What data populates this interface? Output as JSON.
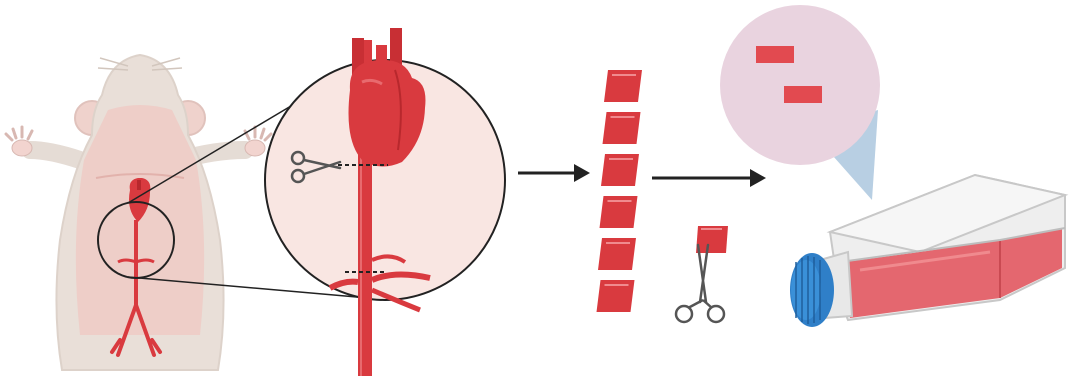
{
  "figure": {
    "panels": [
      {
        "id": "mouse-anatomy",
        "icon": "mouse-dissection-icon"
      },
      {
        "id": "aorta-magnified",
        "icon": "heart-aorta-icon"
      },
      {
        "id": "aortic-rings",
        "icon": "tissue-segments-icon"
      },
      {
        "id": "explant-detail",
        "icon": "magnifier-bubble-icon"
      },
      {
        "id": "culture-flask",
        "icon": "culture-flask-icon"
      }
    ],
    "steps": [
      {
        "from": "aorta-magnified",
        "to": "aortic-rings",
        "icon": "arrow-right-icon"
      },
      {
        "from": "aortic-rings",
        "to": "explant-detail",
        "icon": "arrow-right-icon"
      }
    ],
    "colors": {
      "vessel_red": "#d93a3f",
      "vessel_dark": "#b8282d",
      "mouse_body": "#e9dfd8",
      "mouse_inner": "#efc8c3",
      "zoom_fill": "#f9e6e2",
      "bubble_fill": "#e9d3df",
      "bubble_tail": "#b8cfe3",
      "flask_cap": "#2f7fc8",
      "medium_red": "#e25860",
      "arrow": "#222222"
    },
    "aortic_ring_count": 6,
    "explant_fragment_count": 2
  }
}
